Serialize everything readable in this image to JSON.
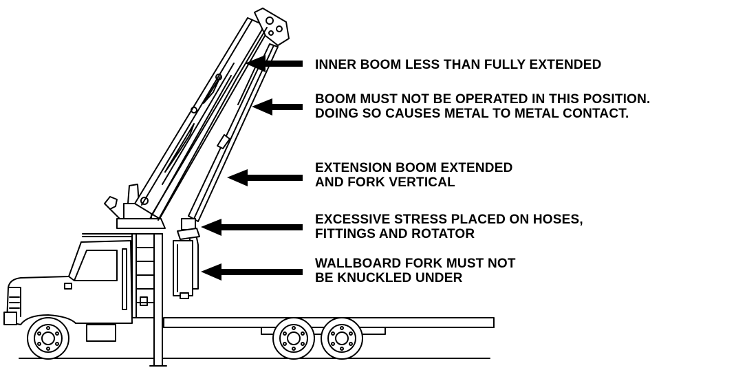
{
  "callouts": [
    {
      "id": "inner-boom",
      "lines": [
        "INNER BOOM LESS THAN FULLY EXTENDED"
      ]
    },
    {
      "id": "boom-position",
      "lines": [
        "BOOM MUST NOT BE OPERATED IN THIS POSITION.",
        "DOING SO CAUSES METAL TO METAL CONTACT."
      ]
    },
    {
      "id": "extension-boom",
      "lines": [
        "EXTENSION BOOM EXTENDED",
        "AND FORK VERTICAL"
      ]
    },
    {
      "id": "excessive-stress",
      "lines": [
        "EXCESSIVE STRESS PLACED ON HOSES,",
        "FITTINGS AND ROTATOR"
      ]
    },
    {
      "id": "wallboard-fork",
      "lines": [
        "WALLBOARD FORK MUST NOT",
        "BE KNUCKLED UNDER"
      ]
    }
  ],
  "colors": {
    "ink": "#000000",
    "paper": "#ffffff"
  }
}
